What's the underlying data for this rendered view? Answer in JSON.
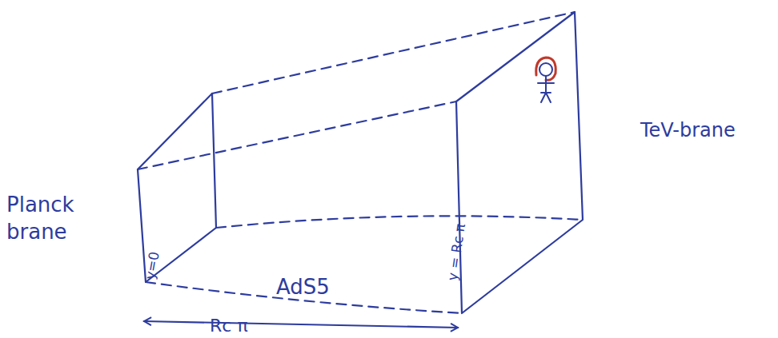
{
  "diagram": {
    "labels": [
      "Planck brane",
      "y=0",
      "AdS5",
      "Rc π",
      "y = Rc π",
      "TeV-brane"
    ]
  }
}
